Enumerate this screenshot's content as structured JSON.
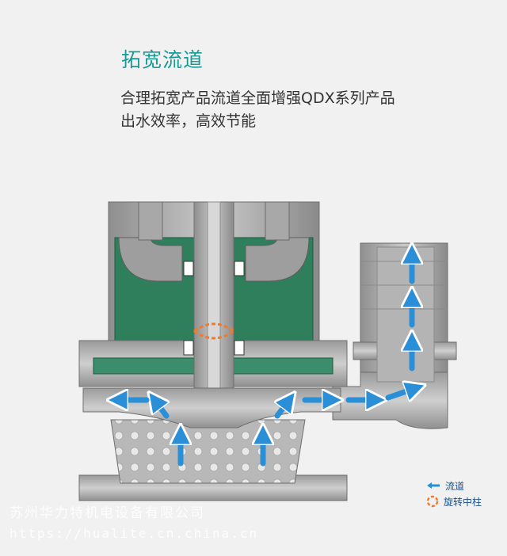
{
  "header": {
    "title": "拓宽流道",
    "desc_line1": "合理拓宽产品流道全面增强QDX系列产品",
    "desc_line2": "出水效率，高效节能"
  },
  "legend": {
    "flow_label": "流道",
    "rotation_label": "旋转中柱"
  },
  "watermark": {
    "company": "苏州华力特机电设备有限公司",
    "url": "https://hualite.cn.china.cn"
  },
  "colors": {
    "accent": "#1a9a95",
    "flow_arrow": "#2a8fd6",
    "rotation": "#f07b2a",
    "motor_green": "#2f7f5d",
    "steel": "#b0b0b0"
  }
}
